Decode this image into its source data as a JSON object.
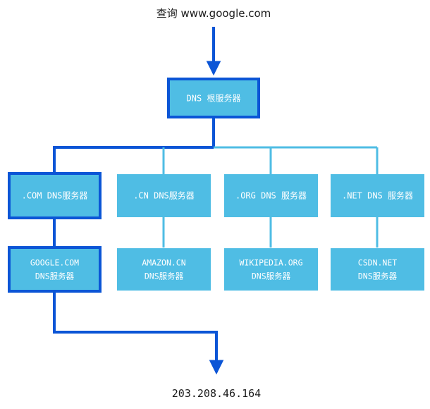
{
  "colors": {
    "box_fill": "#4fbde4",
    "highlight_stroke": "#0b55d6",
    "light_edge": "#4fbde4",
    "label_text": "#ffffff",
    "plain_text": "#1a1a1a",
    "background": "#ffffff"
  },
  "query": {
    "label": "查询 www.google.com"
  },
  "result": {
    "label": "203.208.46.164"
  },
  "root": {
    "label": "DNS 根服务器"
  },
  "tld_servers": [
    {
      "label": ".COM DNS服务器",
      "highlighted": true
    },
    {
      "label": ".CN DNS服务器",
      "highlighted": false
    },
    {
      "label": ".ORG DNS 服务器",
      "highlighted": false
    },
    {
      "label": ".NET DNS 服务器",
      "highlighted": false
    }
  ],
  "authoritative_servers": [
    {
      "line1": "GOOGLE.COM",
      "line2": "DNS服务器",
      "highlighted": true
    },
    {
      "line1": "AMAZON.CN",
      "line2": "DNS服务器",
      "highlighted": false
    },
    {
      "line1": "WIKIPEDIA.ORG",
      "line2": "DNS服务器",
      "highlighted": false
    },
    {
      "line1": "CSDN.NET",
      "line2": "DNS服务器",
      "highlighted": false
    }
  ]
}
